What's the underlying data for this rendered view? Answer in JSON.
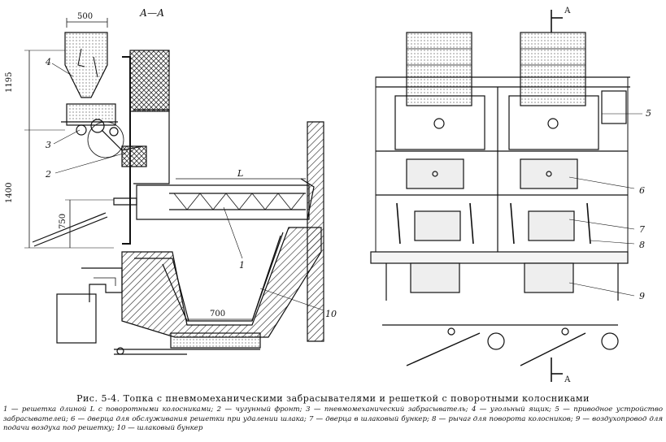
{
  "figure": {
    "section_label": "А—А",
    "section_mark": "А",
    "dims": {
      "d500": "500",
      "d1195": "1195",
      "d1400": "1400",
      "d750": "750",
      "dL": "L",
      "d700": "700"
    },
    "callouts_left": [
      "4",
      "3",
      "2",
      "1",
      "10"
    ],
    "callouts_right": [
      "5",
      "6",
      "7",
      "8",
      "9"
    ]
  },
  "caption": "Рис. 5-4. Топка с пневмомеханическими забрасывателями и решеткой с поворотными колосниками",
  "legend": [
    "1 — решетка длиной L с поворотными колосниками;",
    "2 — чугунный фронт;",
    "3 — пневмомеханический забрасыватель;",
    "4 — угольный ящик;",
    "5 — приводное устройство забрасывателей;",
    "6 — дверца для обслуживания решетки при удалении шлака;",
    "7 — дверца в шлаковый бункер;",
    "8 — рычаг для поворота колосников;",
    "9 — воздухопровод для подачи воздуха под решетку;",
    "10 — шлаковый бункер"
  ]
}
